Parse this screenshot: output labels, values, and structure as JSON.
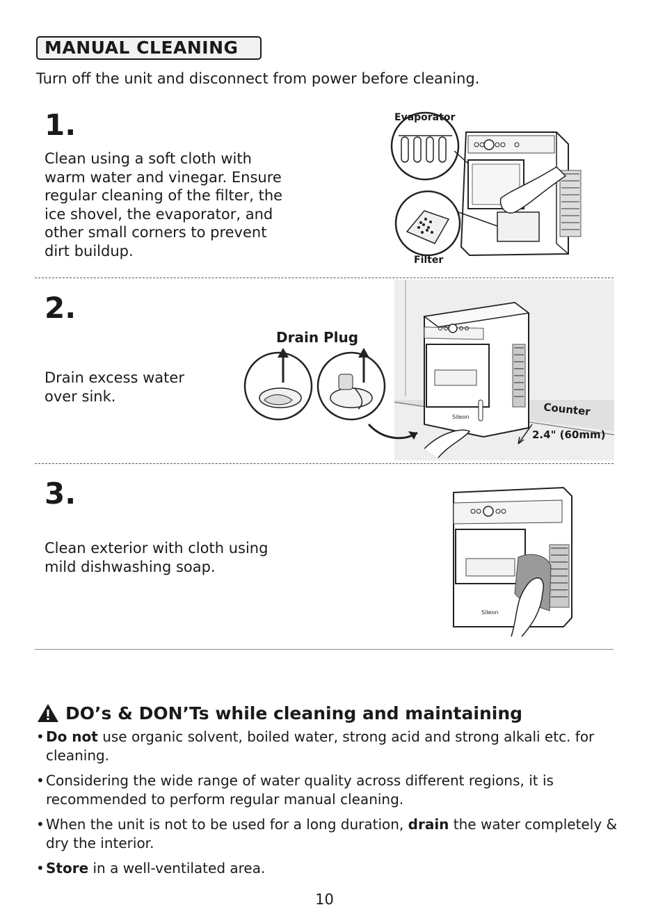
{
  "header": {
    "title": "MANUAL CLEANING",
    "subtitle": "Turn off the unit and disconnect from power before cleaning."
  },
  "steps": [
    {
      "number": "1.",
      "lines": [
        "Clean using a soft cloth with",
        "warm water and vinegar. Ensure",
        "regular cleaning of the filter, the",
        "ice shovel, the evaporator, and",
        "other small corners to prevent",
        "dirt buildup."
      ],
      "labels": {
        "evaporator": "Evaporator",
        "filter": "Filter"
      }
    },
    {
      "number": "2.",
      "lines": [
        "Drain excess water",
        "over sink."
      ],
      "labels": {
        "drain_plug": "Drain Plug",
        "counter": "Counter",
        "distance": "2.4\" (60mm)",
        "brand": "Sileon"
      }
    },
    {
      "number": "3.",
      "lines": [
        "Clean exterior with cloth using",
        "mild dishwashing soap."
      ],
      "labels": {
        "brand": "Sileon"
      }
    }
  ],
  "dos_donts": {
    "title": "DO’s & DON’Ts while cleaning and maintaining",
    "items": [
      {
        "bold": "Do not",
        "text": " use organic solvent, boiled water, strong acid and strong alkali etc. for cleaning."
      },
      {
        "before": "Considering the wide range of water quality across different regions, it is recommended to perform regular manual cleaning."
      },
      {
        "before": "When the unit is not to be used for a long duration, ",
        "bold": "drain",
        "text": " the water completely & dry the interior."
      },
      {
        "bold": "Store",
        "text": " in a well-ventilated area."
      }
    ]
  },
  "page_number": "10"
}
